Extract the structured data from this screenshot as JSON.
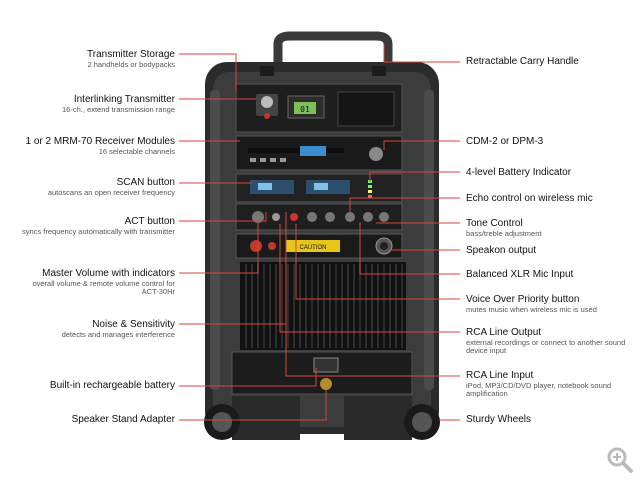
{
  "left_labels": [
    {
      "title": "Transmitter Storage",
      "sub": "2 handhelds or bodypacks"
    },
    {
      "title": "Interlinking Transmitter",
      "sub": "16-ch., extend transmission range"
    },
    {
      "title": "1 or 2 MRM-70 Receiver Modules",
      "sub": "16 selectable channels"
    },
    {
      "title": "SCAN button",
      "sub": "autoscans an open receiver frequency"
    },
    {
      "title": "ACT button",
      "sub": "syncs frequency automatically with transmitter"
    },
    {
      "title": "Master Volume with indicators",
      "sub": "overall volume & remote volume control for ACT-30Hr"
    },
    {
      "title": "Noise & Sensitivity",
      "sub": "detects and manages interference"
    },
    {
      "title": "Built-in rechargeable battery",
      "sub": ""
    },
    {
      "title": "Speaker Stand Adapter",
      "sub": ""
    }
  ],
  "right_labels": [
    {
      "title": "Retractable Carry Handle",
      "sub": ""
    },
    {
      "title": "CDM-2 or DPM-3",
      "sub": ""
    },
    {
      "title": "4-level Battery Indicator",
      "sub": ""
    },
    {
      "title": "Echo control on wireless mic",
      "sub": ""
    },
    {
      "title": "Tone Control",
      "sub": "bass/treble adjustment"
    },
    {
      "title": "Speakon output",
      "sub": ""
    },
    {
      "title": "Balanced XLR Mic Input",
      "sub": ""
    },
    {
      "title": "Voice Over Priority button",
      "sub": "mutes music when wireless mic is used"
    },
    {
      "title": "RCA Line Output",
      "sub": "external recordings or connect to another sound device input"
    },
    {
      "title": "RCA Line Input",
      "sub": "iPod, MP3/CD/DVD player, notebook sound amplification"
    },
    {
      "title": "Sturdy Wheels",
      "sub": ""
    }
  ],
  "device": {
    "receiver_display": "01",
    "warning_text": "CAUTION"
  },
  "colors": {
    "callout": "#d9453a",
    "body": "#2b2b2b",
    "grille": "#111111"
  },
  "zoom_icon": "magnifier-plus-icon"
}
